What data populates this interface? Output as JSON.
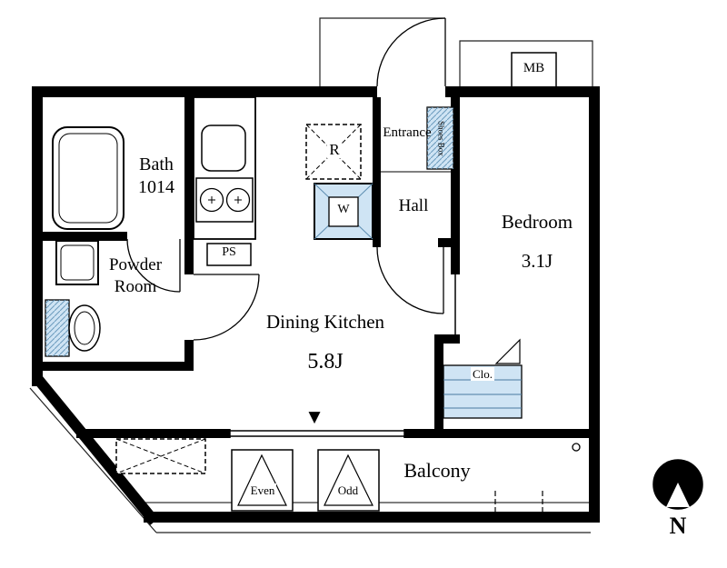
{
  "plan": {
    "rooms": {
      "bath": {
        "label": "Bath",
        "size": "1014"
      },
      "powder_room": {
        "line1": "Powder",
        "line2": "Room"
      },
      "dining_kitchen": {
        "label": "Dining Kitchen",
        "size": "5.8J"
      },
      "hall": {
        "label": "Hall"
      },
      "entrance": {
        "label": "Entrance"
      },
      "bedroom": {
        "label": "Bedroom",
        "size": "3.1J"
      },
      "balcony": {
        "label": "Balcony"
      },
      "closet": {
        "label": "Clo."
      },
      "meter_box": {
        "label": "MB"
      },
      "shoes_box": {
        "label": "Shoes Box"
      },
      "pipe_space": {
        "label": "PS"
      }
    },
    "fixtures": {
      "refrigerator_label": "R",
      "washing_machine_label": "W"
    },
    "balcony_items": {
      "even_panel": "Even",
      "odd_panel": "Odd"
    },
    "compass": {
      "north_label": "N"
    },
    "icons": {
      "window_marker": "▼"
    },
    "colors": {
      "wall": "#000000",
      "fixture_fill": "#cfe4f4",
      "hatch_line": "#6b9bbd"
    }
  }
}
